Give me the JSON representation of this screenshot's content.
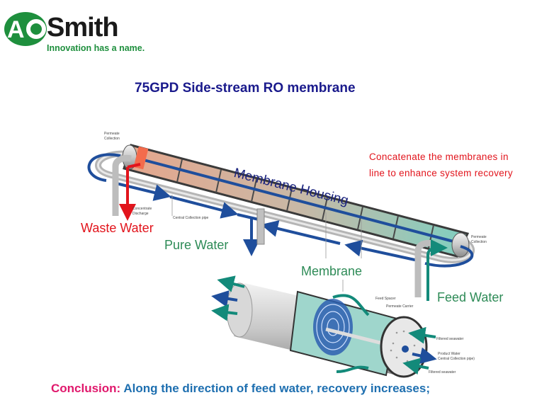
{
  "logo": {
    "mark": "AO",
    "word": "Smith",
    "tagline": "Innovation has a name.",
    "colors": {
      "green": "#1e8f3d",
      "dark": "#1a1a1a"
    }
  },
  "title": "75GPD Side-stream RO membrane",
  "note": {
    "line1": "Concatenate the membranes in",
    "line2": "line to enhance system recovery"
  },
  "labels": {
    "membrane_housing": "Membrane Housing",
    "waste_water": "Waste Water",
    "pure_water": "Pure Water",
    "membrane": "Membrane",
    "feed_water": "Feed Water"
  },
  "small_labels": {
    "permeate_collection_left": "Permeate Collection",
    "permeate_collection_right": "Permeate Collection",
    "concentrate_discharge": "Concentrate Discharge",
    "central_collection_pipe": "Central Collection pipe",
    "feed_spacer": "Feed Spacer",
    "permeate_carrier": "Permeate Carrier",
    "filtered_seawater_top": "Filtered seawater",
    "product_water": "Product Water",
    "product_water_sub": "Central Collection pipe)",
    "filtered_seawater_bottom": "Filtered seawater"
  },
  "conclusion": {
    "label": "Conclusion:",
    "text": "Along the direction of feed water, recovery  increases;"
  },
  "colors": {
    "title": "#1a1a8c",
    "note": "#e2141c",
    "waste": "#e2141c",
    "green_label": "#2e8b57",
    "flow_blue": "#1f4e9c",
    "feed_teal": "#138a7a",
    "conclusion_label": "#e0186c",
    "conclusion_text": "#1e6fb0"
  }
}
